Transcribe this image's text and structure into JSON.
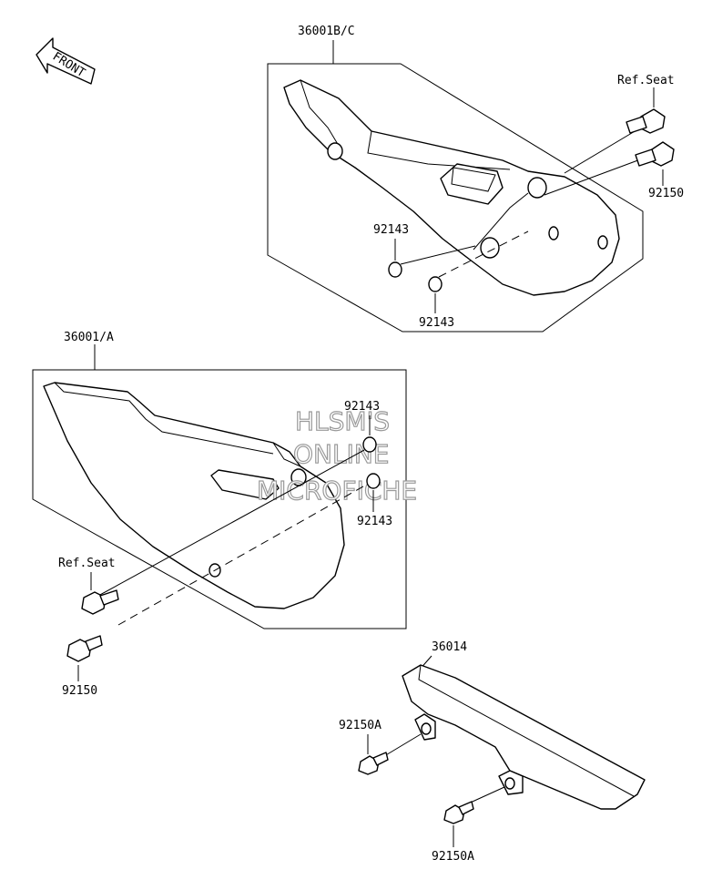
{
  "front_label": "FRONT",
  "labels": {
    "top_part": "36001B/C",
    "top_ref_seat": "Ref.Seat",
    "top_bolt": "92150",
    "top_washer_upper": "92143",
    "top_washer_lower": "92143",
    "left_part": "36001/A",
    "left_washer_upper": "92143",
    "left_washer_lower": "92143",
    "left_ref_seat": "Ref.Seat",
    "left_bolt": "92150",
    "chain_guard": "36014",
    "chain_bolt_upper": "92150A",
    "chain_bolt_lower": "92150A"
  },
  "watermark": {
    "line1": "HLSM'S",
    "line2": "ONLINE",
    "line3": "MICROFICHE"
  }
}
